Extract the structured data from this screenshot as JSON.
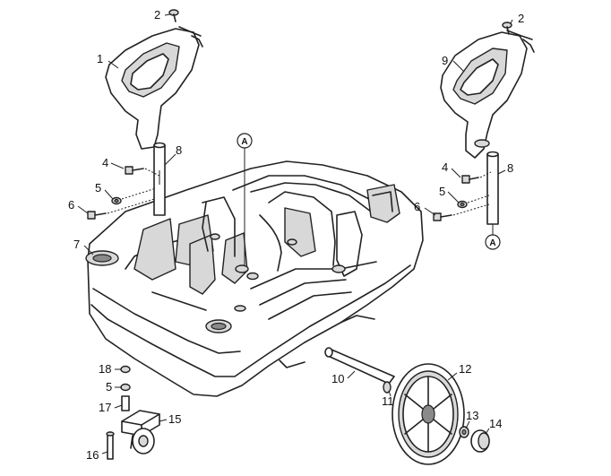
{
  "labels": {
    "l2a": "2",
    "l1": "1",
    "l2b": "2",
    "l9": "9",
    "l8a": "8",
    "l4a": "4",
    "l5a": "5",
    "l6a": "6",
    "l4b": "4",
    "l5b": "5",
    "l6b": "6",
    "l8b": "8",
    "l7": "7",
    "l18": "18",
    "l5c": "5",
    "l17": "17",
    "l15": "15",
    "l16": "16",
    "l10": "10",
    "l11": "11",
    "l12": "12",
    "l13": "13",
    "l14": "14",
    "refA1": "A",
    "refA2": "A"
  }
}
